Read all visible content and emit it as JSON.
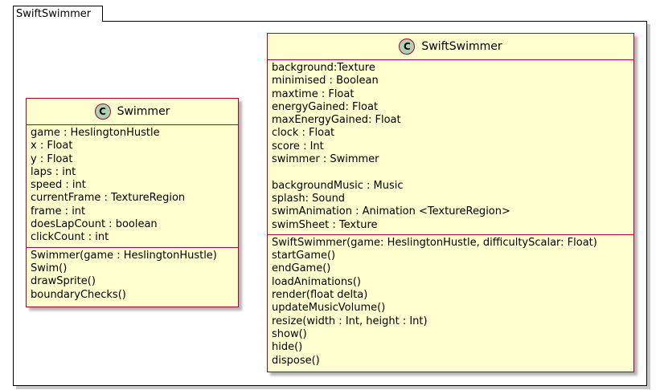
{
  "package": {
    "name": "SwiftSwimmer"
  },
  "classes": {
    "swimmer": {
      "stereotype": "C",
      "name": "Swimmer",
      "attributes": [
        "game : HeslingtonHustle",
        "x : Float",
        "y : Float",
        "laps : int",
        "speed : int",
        "currentFrame : TextureRegion",
        "frame : int",
        "doesLapCount : boolean",
        "clickCount : int"
      ],
      "methods": [
        "Swimmer(game : HeslingtonHustle)",
        "Swim()",
        "drawSprite()",
        "boundaryChecks()"
      ]
    },
    "swift_swimmer": {
      "stereotype": "C",
      "name": "SwiftSwimmer",
      "attributes": [
        "background:Texture",
        "minimised : Boolean",
        "maxtime : Float",
        "energyGained: Float",
        "maxEnergyGained: Float",
        "clock : Float",
        "score : Int",
        "swimmer : Swimmer",
        "",
        "backgroundMusic : Music",
        "splash: Sound",
        "swimAnimation : Animation <TextureRegion>",
        "swimSheet : Texture"
      ],
      "methods": [
        "SwiftSwimmer(game: HeslingtonHustle, difficultyScalar: Float)",
        "startGame()",
        "endGame()",
        "loadAnimations()",
        "render(float delta)",
        "updateMusicVolume()",
        "resize(width : Int, height : Int)",
        "show()",
        "hide()",
        "dispose()"
      ]
    }
  },
  "colors": {
    "class_fill": "#fefece",
    "class_border": "#a80036",
    "stereotype_circle": "#add1b2"
  }
}
